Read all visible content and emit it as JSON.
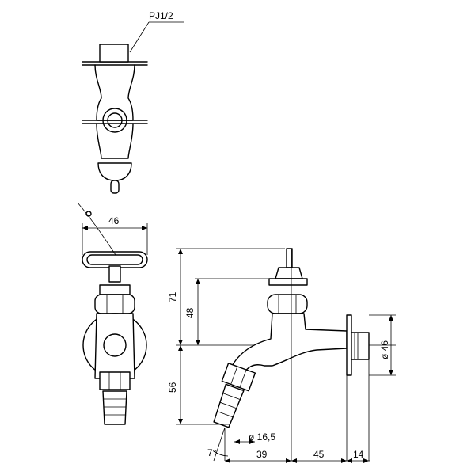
{
  "drawing": {
    "thread_label": "PJ1/2",
    "dim_width_handle": "46",
    "dim_height_total": "71",
    "dim_height_spout": "48",
    "dim_height_lower": "56",
    "dim_diameter_flange": "ø 46",
    "dim_diameter_hose": "ø 16,5",
    "dim_angle": "7°",
    "dim_run_1": "39",
    "dim_run_2": "45",
    "dim_run_3": "14"
  }
}
